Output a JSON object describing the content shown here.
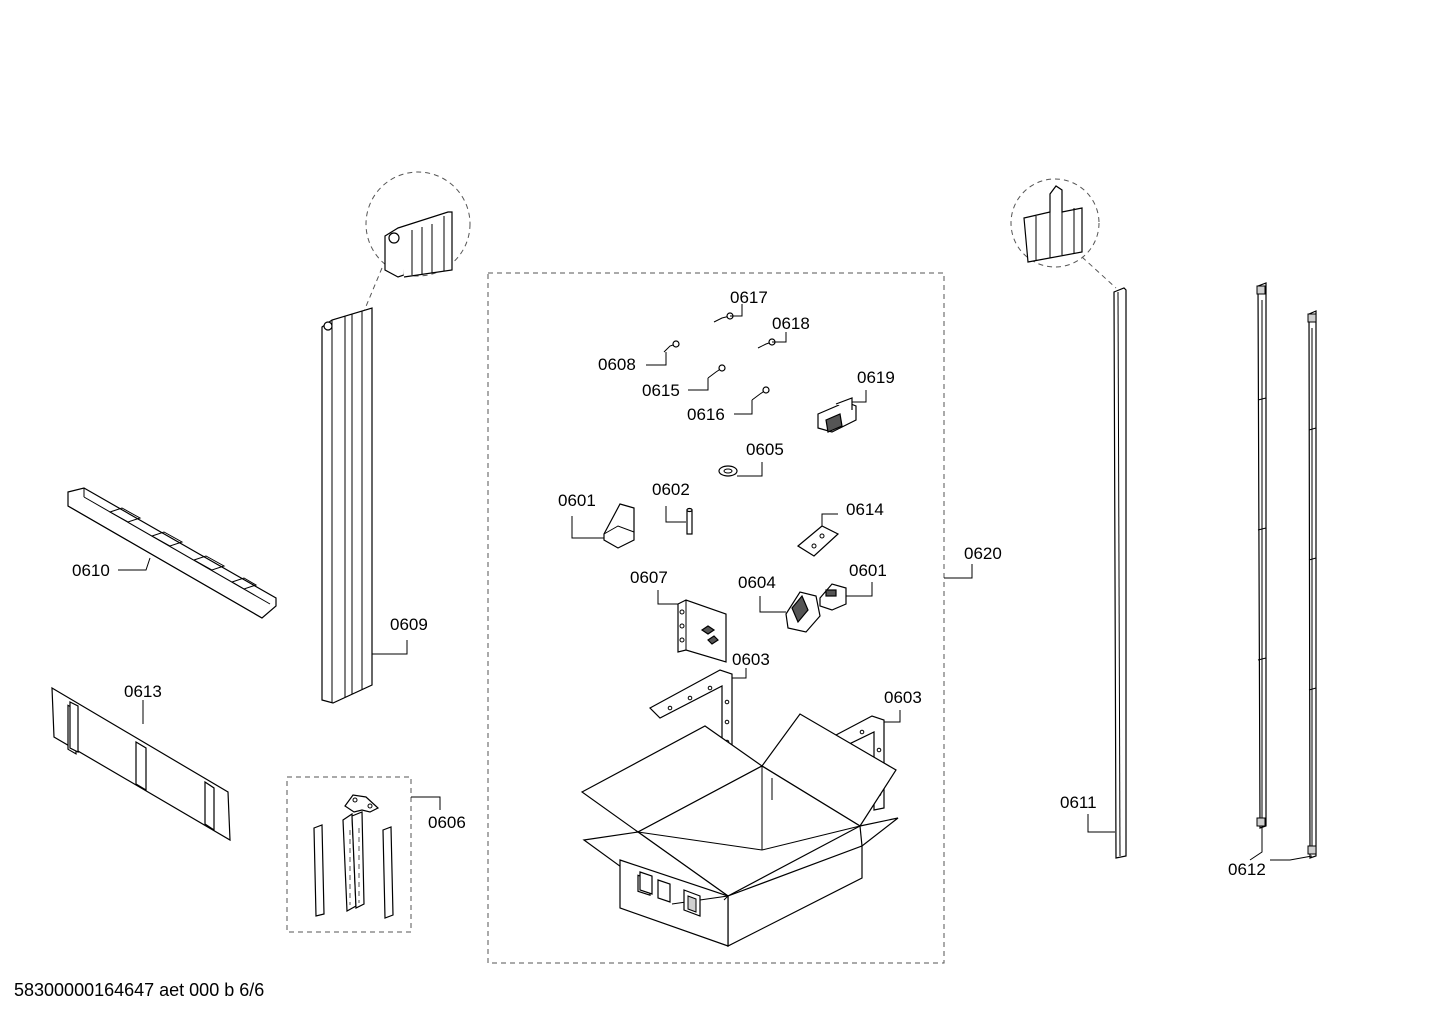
{
  "labels": {
    "l0617": "0617",
    "l0618": "0618",
    "l0608": "0608",
    "l0615": "0615",
    "l0616": "0616",
    "l0619": "0619",
    "l0605": "0605",
    "l0601a": "0601",
    "l0602": "0602",
    "l0614": "0614",
    "l0620": "0620",
    "l0607": "0607",
    "l0604": "0604",
    "l0601b": "0601",
    "l0603a": "0603",
    "l0603b": "0603",
    "l0610": "0610",
    "l0609": "0609",
    "l0613": "0613",
    "l0606": "0606",
    "l0611": "0611",
    "l0612": "0612"
  },
  "footer": {
    "doc_code": "58300000164647 aet 000 b 6/6"
  }
}
